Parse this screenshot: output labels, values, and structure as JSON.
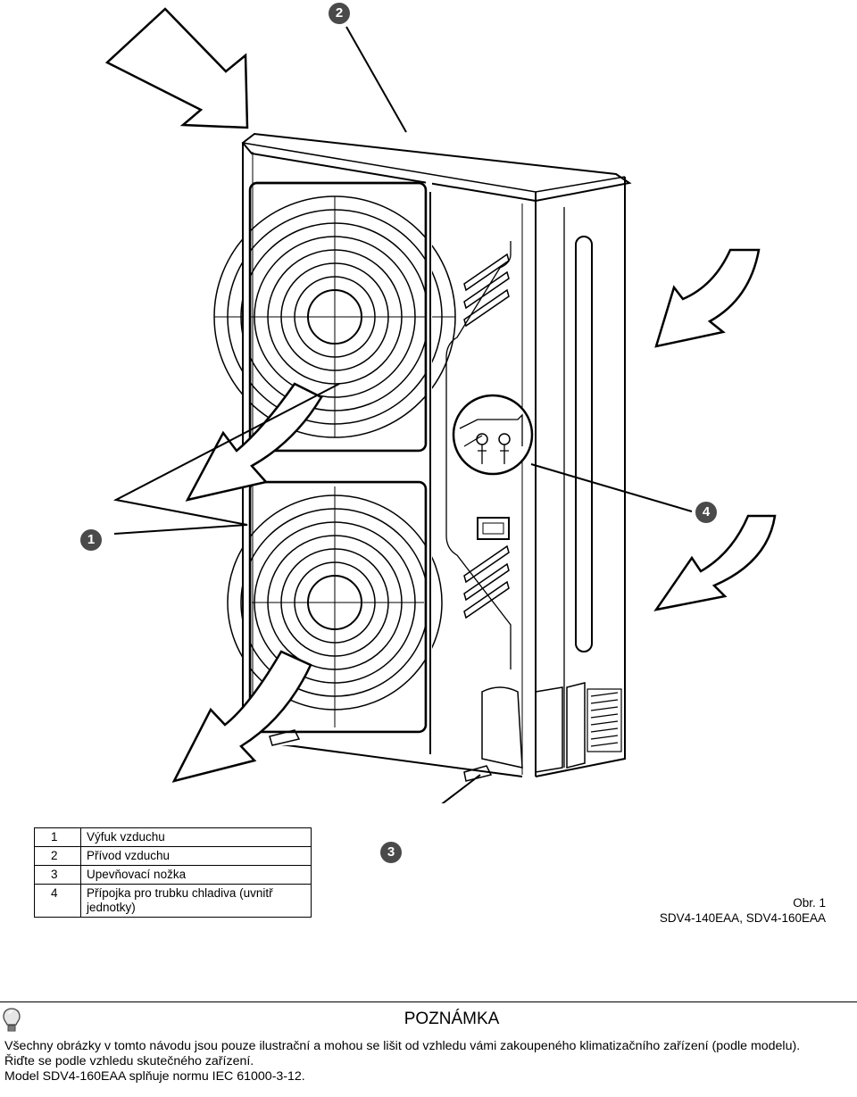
{
  "figure": {
    "markers": [
      "1",
      "2",
      "3",
      "4"
    ]
  },
  "legend": {
    "rows": [
      {
        "num": "1",
        "text": "Výfuk vzduchu"
      },
      {
        "num": "2",
        "text": "Přívod vzduchu"
      },
      {
        "num": "3",
        "text": "Upevňovací nožka"
      },
      {
        "num": "4",
        "text": "Přípojka pro trubku chladiva (uvnitř jednotky)"
      }
    ]
  },
  "caption": {
    "label": "Obr. 1",
    "models": "SDV4-140EAA, SDV4-160EAA"
  },
  "note": {
    "title": "POZNÁMKA",
    "lines": [
      "Všechny obrázky v tomto návodu jsou pouze ilustrační a mohou se lišit od vzhledu vámi zakoupeného klimatizačního zařízení (podle modelu).",
      "Řiďte se podle vzhledu skutečného zařízení.",
      "Model SDV4-160EAA splňuje normu IEC 61000-3-12."
    ]
  }
}
